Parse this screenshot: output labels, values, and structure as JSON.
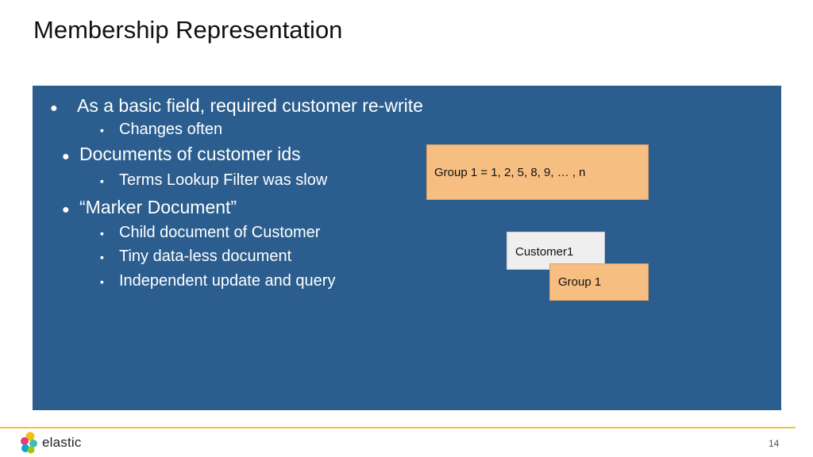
{
  "slide": {
    "title": "Membership Representation",
    "page_number": "14"
  },
  "bullets": [
    {
      "level": 1,
      "text": "As a basic field, required customer re-write"
    },
    {
      "level": 2,
      "text": "Changes often"
    },
    {
      "level": 1,
      "text": "Documents of customer ids"
    },
    {
      "level": 2,
      "text": "Terms Lookup Filter was slow"
    },
    {
      "level": 1,
      "text": "“Marker Document”"
    },
    {
      "level": 2,
      "text": "Child document of Customer"
    },
    {
      "level": 2,
      "text": "Tiny data-less document"
    },
    {
      "level": 2,
      "text": "Independent update and query"
    }
  ],
  "diagram": {
    "group_list_label": "Group 1 = 1, 2, 5, 8, 9, … , n",
    "customer_label": "Customer1",
    "group_label": "Group 1"
  },
  "symbols": {
    "level1": "●",
    "level2": "▪"
  },
  "footer": {
    "logo_text": "elastic"
  },
  "colors": {
    "panel": "#2b5e8f",
    "box_orange": "#f7be82",
    "box_grey": "#efefef",
    "accent_line": "#f0c341"
  }
}
